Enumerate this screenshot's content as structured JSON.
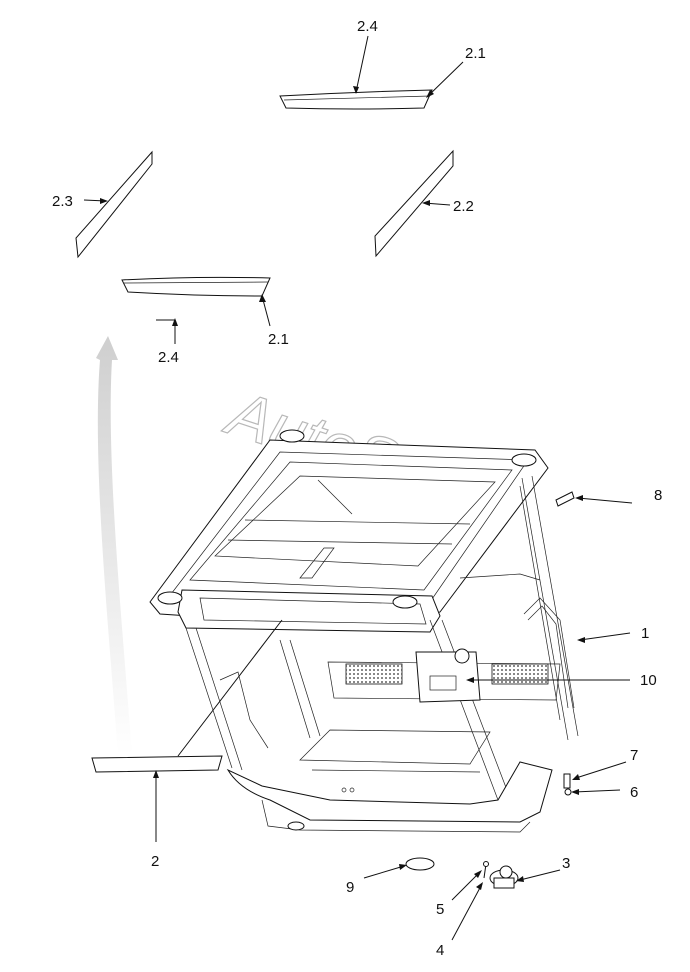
{
  "watermark": "AutoSoft",
  "labels": {
    "l_2_4_top": "2.4",
    "l_2_1_top": "2.1",
    "l_2_3": "2.3",
    "l_2_2": "2.2",
    "l_2_1_bottom": "2.1",
    "l_2_4_bottom": "2.4",
    "l_8": "8",
    "l_1": "1",
    "l_10": "10",
    "l_7": "7",
    "l_6": "6",
    "l_2": "2",
    "l_3": "3",
    "l_9": "9",
    "l_5": "5",
    "l_4": "4"
  },
  "colors": {
    "line": "#111111",
    "assembly_arrow": "#d9d9d9",
    "watermark": "#b8b8b8"
  }
}
